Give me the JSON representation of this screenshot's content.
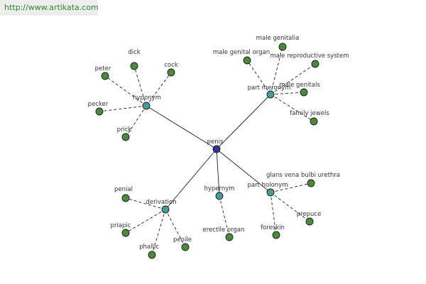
{
  "watermark": "http://www.artikata.com",
  "colors": {
    "center": "#333399",
    "relation": "#4a9a99",
    "leaf": "#4a8a3a",
    "edge": "#222222"
  },
  "center": "penis",
  "relations": [
    {
      "id": "hyponym",
      "label": "hyponym",
      "terms": [
        "dick",
        "cock",
        "peter",
        "pecker",
        "prick"
      ]
    },
    {
      "id": "part-meronym",
      "label": "part meronym",
      "terms": [
        "male genitalia",
        "male genital organ",
        "male reproductive system",
        "male genitals",
        "family jewels"
      ]
    },
    {
      "id": "derivation",
      "label": "derivation",
      "terms": [
        "penial",
        "priapic",
        "phallic",
        "penile"
      ]
    },
    {
      "id": "hypernym",
      "label": "hypernym",
      "terms": [
        "erectile organ"
      ]
    },
    {
      "id": "part-holonym",
      "label": "part holonym",
      "terms": [
        "glans vena bulbi urethra",
        "prepuce",
        "foreskin"
      ]
    }
  ]
}
